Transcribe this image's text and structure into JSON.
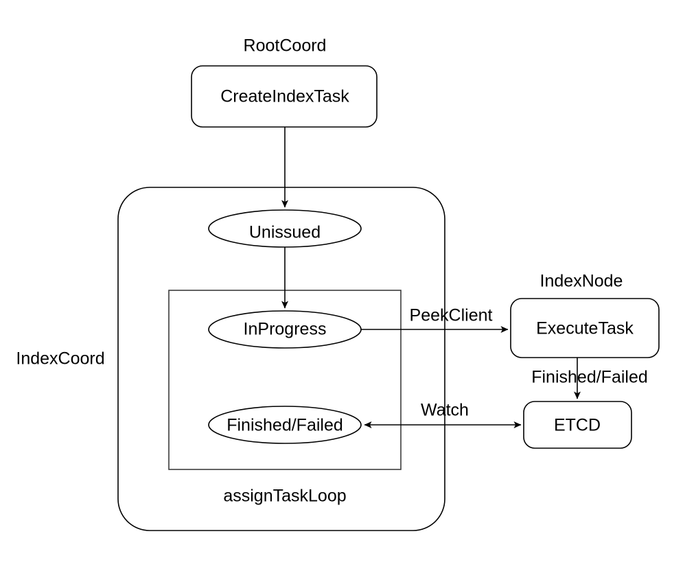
{
  "diagram": {
    "title_text_blocks": {
      "root_coord": "RootCoord",
      "index_coord": "IndexCoord",
      "index_node": "IndexNode",
      "assign_task_loop": "assignTaskLoop"
    },
    "nodes": {
      "create_index_task": "CreateIndexTask",
      "unissued": "Unissued",
      "in_progress": "InProgress",
      "finished_failed_state": "Finished/Failed",
      "execute_task": "ExecuteTask",
      "etcd": "ETCD"
    },
    "edge_labels": {
      "peek_client": "PeekClient",
      "finished_failed": "Finished/Failed",
      "watch": "Watch"
    },
    "colors": {
      "stroke": "#000000",
      "plain_box_stroke": "#3c3c3c",
      "background": "#ffffff",
      "text": "#000000"
    }
  }
}
